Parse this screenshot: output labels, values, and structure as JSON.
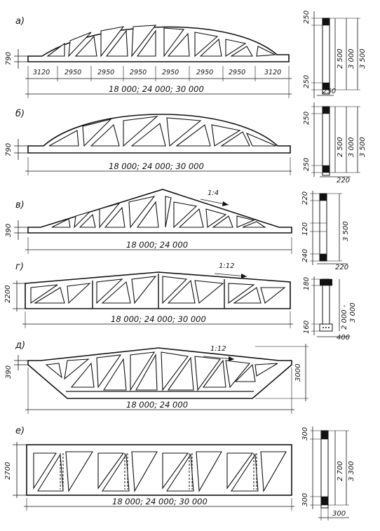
{
  "trusses": [
    {
      "label": "а)",
      "end_height": "790",
      "panels": [
        "3120",
        "2950",
        "2950",
        "2950",
        "2950",
        "2950",
        "2950",
        "3120"
      ],
      "spans": "18 000; 24 000; 30 000",
      "section": {
        "top": "250",
        "bottom": "250",
        "width": "250",
        "heights": [
          "2 500",
          "3 000",
          "3 500"
        ]
      }
    },
    {
      "label": "б)",
      "end_height": "790",
      "spans": "18 000; 24 000; 30 000",
      "section": {
        "top": "250",
        "bottom": "250",
        "width": "220",
        "heights": [
          "2 500",
          "3 000",
          "3 500"
        ]
      }
    },
    {
      "label": "в)",
      "end_height": "390",
      "slope": "1:4",
      "spans": "18 000; 24 000",
      "section": {
        "top": "220",
        "middle": "120",
        "bottom": "240",
        "width": "220",
        "heights": [
          "3 500"
        ]
      }
    },
    {
      "label": "г)",
      "end_height": "2200",
      "slope": "1:12",
      "spans": "18 000; 24 000; 30 000",
      "section": {
        "top": "180",
        "bottom": "160",
        "width": "400",
        "heights": [
          "2 000 -",
          "3 000"
        ]
      }
    },
    {
      "label": "д)",
      "end_height": "390",
      "slope": "1:12",
      "spans": "18 000; 24 000",
      "section": {
        "heights": [
          "3000"
        ]
      }
    },
    {
      "label": "е)",
      "end_height": "2700",
      "spans": "18 000; 24 000; 30 000",
      "section": {
        "top": "300",
        "bottom": "300",
        "width": "300",
        "heights": [
          "2 700",
          "3 300"
        ]
      }
    }
  ]
}
